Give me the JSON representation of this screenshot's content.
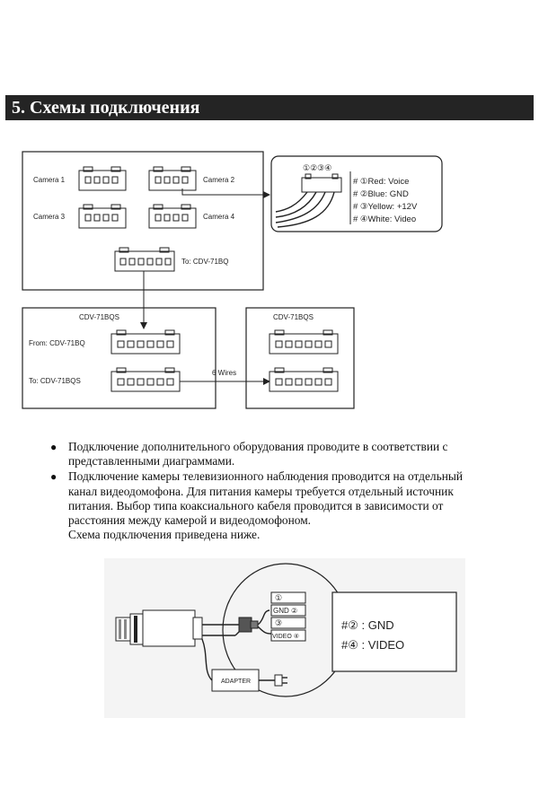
{
  "section": {
    "title": "5. Схемы подключения"
  },
  "diagram1": {
    "camera1": "Camera 1",
    "camera2": "Camera 2",
    "camera3": "Camera 3",
    "camera4": "Camera 4",
    "to_cdv": "To: CDV-71BQ",
    "box_left_title": "CDV-71BQS",
    "from_cdv": "From: CDV-71BQ",
    "to_cdv71bqs": "To: CDV-71BQS",
    "wires": "6 Wires",
    "box_right_title": "CDV-71BQS",
    "pin_numbers": "①②③④",
    "legend": [
      "# ①Red: Voice",
      "# ②Blue: GND",
      "# ③Yellow: +12V",
      "# ④White: Video"
    ]
  },
  "bullets": [
    [
      "Подключение дополнительного оборудования проводите в соответствии с",
      "представленными диаграммами."
    ],
    [
      "Подключение камеры телевизионного наблюдения проводится на отдельный",
      "канал видеодомофона. Для питания камеры требуется отдельный источник",
      "питания.  Выбор типа коаксиального кабеля проводится в зависимости от",
      "расстояния между камерой и видеодомофоном.",
      "Схема подключения приведена ниже."
    ]
  ],
  "diagram2": {
    "labels": [
      "①",
      "GND ②",
      "③",
      "VIDEO ④"
    ],
    "gnd": "#② : GND",
    "video": "#④ : VIDEO",
    "adapter": "ADAPTER"
  }
}
